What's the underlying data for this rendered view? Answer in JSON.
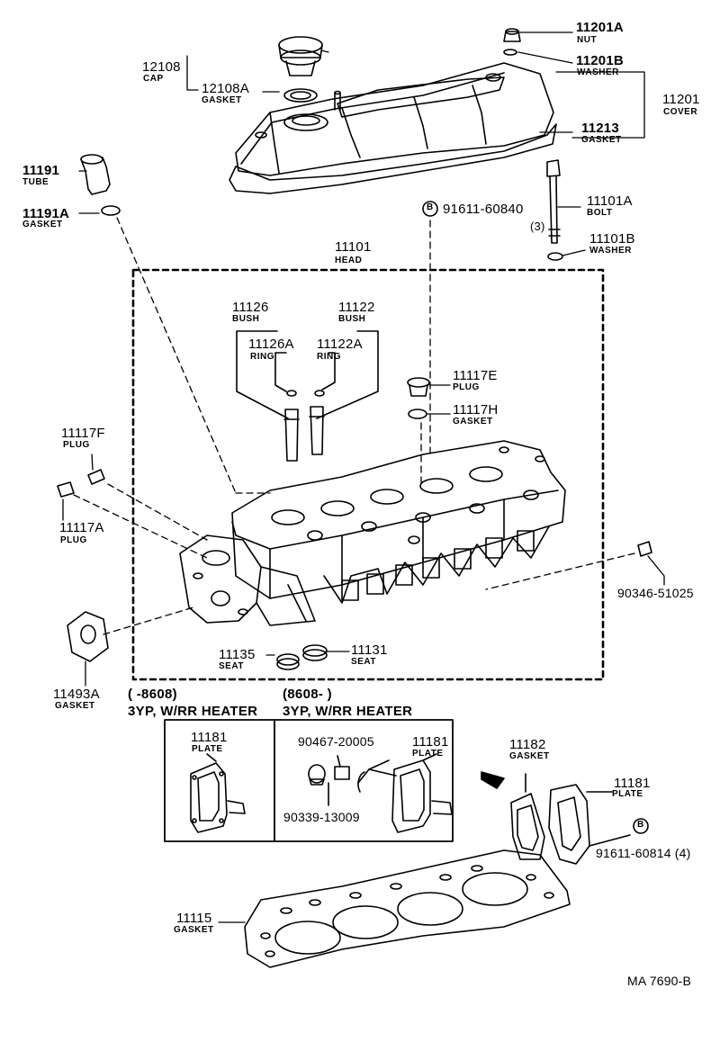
{
  "parts": {
    "nut_11201a": {
      "number": "11201A",
      "name": "NUT"
    },
    "washer_11201b": {
      "number": "11201B",
      "name": "WASHER"
    },
    "cover_11201": {
      "number": "11201",
      "name": "COVER"
    },
    "gasket_11213": {
      "number": "11213",
      "name": "GASKET"
    },
    "cap_12108": {
      "number": "12108",
      "name": "CAP"
    },
    "gasket_12108a": {
      "number": "12108A",
      "name": "GASKET"
    },
    "tube_11191": {
      "number": "11191",
      "name": "TUBE"
    },
    "gasket_11191a": {
      "number": "11191A",
      "name": "GASKET"
    },
    "bolt_11101a": {
      "number": "11101A",
      "name": "BOLT"
    },
    "washer_11101b": {
      "number": "11101B",
      "name": "WASHER"
    },
    "head_11101": {
      "number": "11101",
      "name": "HEAD"
    },
    "bush_11126": {
      "number": "11126",
      "name": "BUSH"
    },
    "bush_11122": {
      "number": "11122",
      "name": "BUSH"
    },
    "ring_11126a": {
      "number": "11126A",
      "name": "RING"
    },
    "ring_11122a": {
      "number": "11122A",
      "name": "RING"
    },
    "plug_11117e": {
      "number": "11117E",
      "name": "PLUG"
    },
    "gasket_11117h": {
      "number": "11117H",
      "name": "GASKET"
    },
    "plug_11117f": {
      "number": "11117F",
      "name": "PLUG"
    },
    "plug_11117a": {
      "number": "11117A",
      "name": "PLUG"
    },
    "gasket_11493a": {
      "number": "11493A",
      "name": "GASKET"
    },
    "seat_11135": {
      "number": "11135",
      "name": "SEAT"
    },
    "seat_11131": {
      "number": "11131",
      "name": "SEAT"
    },
    "plate_11181_left": {
      "number": "11181",
      "name": "PLATE"
    },
    "plate_11181_mid": {
      "number": "11181",
      "name": "PLATE"
    },
    "plate_11181_right": {
      "number": "11181",
      "name": "PLATE"
    },
    "gasket_11182": {
      "number": "11182",
      "name": "GASKET"
    },
    "gasket_11115": {
      "number": "11115",
      "name": "GASKET"
    }
  },
  "fasteners": {
    "bolt_91611_60840": {
      "number": "91611-60840",
      "qty": "(3)",
      "marker": "B"
    },
    "bolt_91611_60814": {
      "number": "91611-60814 (4)",
      "marker": "B"
    },
    "std_90346_51025": {
      "number": "90346-51025"
    },
    "std_90467_20005": {
      "number": "90467-20005"
    },
    "std_90339_13009": {
      "number": "90339-13009"
    }
  },
  "notes": {
    "left_range": "(        -8608)",
    "left_spec": "3YP, W/RR HEATER",
    "right_range": "(8608-         )",
    "right_spec": "3YP, W/RR HEATER"
  },
  "drawing_code": "MA 7690-B"
}
